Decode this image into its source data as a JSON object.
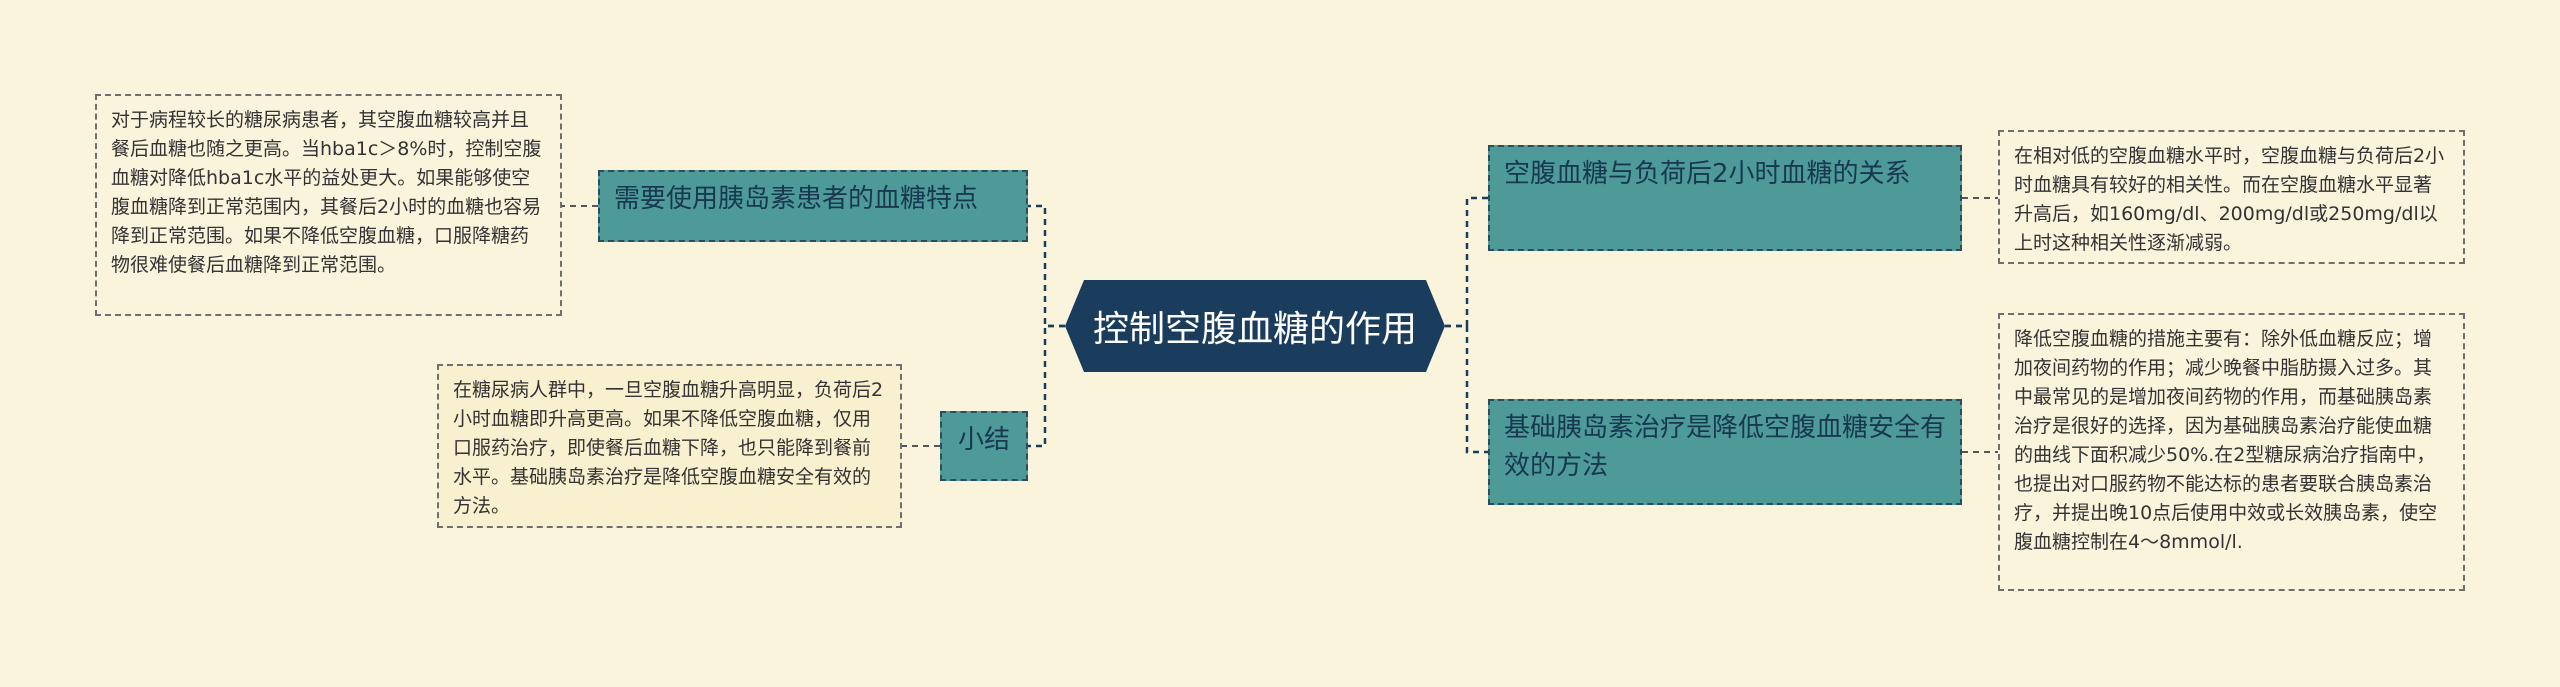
{
  "root": {
    "label": "控制空腹血糖的作用"
  },
  "branches": {
    "left_top": "需要使用胰岛素患者的血糖特点",
    "left_bottom": "小结",
    "right_top": "空腹血糖与负荷后2小时血糖的关系",
    "right_bottom": "基础胰岛素治疗是降低空腹血糖安全有效的方法"
  },
  "notes": {
    "left_top": "对于病程较长的糖尿病患者，其空腹血糖较高并且餐后血糖也随之更高。当hba1c＞8%时，控制空腹血糖对降低hba1c水平的益处更大。如果能够使空腹血糖降到正常范围内，其餐后2小时的血糖也容易降到正常范围。如果不降低空腹血糖，口服降糖药物很难使餐后血糖降到正常范围。",
    "left_bottom": "在糖尿病人群中，一旦空腹血糖升高明显，负荷后2小时血糖即升高更高。如果不降低空腹血糖，仅用口服药治疗，即使餐后血糖下降，也只能降到餐前水平。基础胰岛素治疗是降低空腹血糖安全有效的方法。",
    "right_top": "在相对低的空腹血糖水平时，空腹血糖与负荷后2小时血糖具有较好的相关性。而在空腹血糖水平显著升高后，如160mg/dl、200mg/dl或250mg/dl以上时这种相关性逐渐减弱。",
    "right_bottom": "降低空腹血糖的措施主要有：除外低血糖反应；增加夜间药物的作用；减少晚餐中脂肪摄入过多。其中最常见的是增加夜间药物的作用，而基础胰岛素治疗是很好的选择，因为基础胰岛素治疗能使血糖的曲线下面积减少50%.在2型糖尿病治疗指南中，也提出对口服药物不能达标的患者要联合胰岛素治疗，并提出晚10点后使用中效或长效胰岛素，使空腹血糖控制在4～8mmol/l."
  },
  "colors": {
    "background": "#faf4dd",
    "root_fill": "#1b3d5d",
    "branch_fill": "#4d9a98",
    "connector": "#1b3d5d"
  }
}
